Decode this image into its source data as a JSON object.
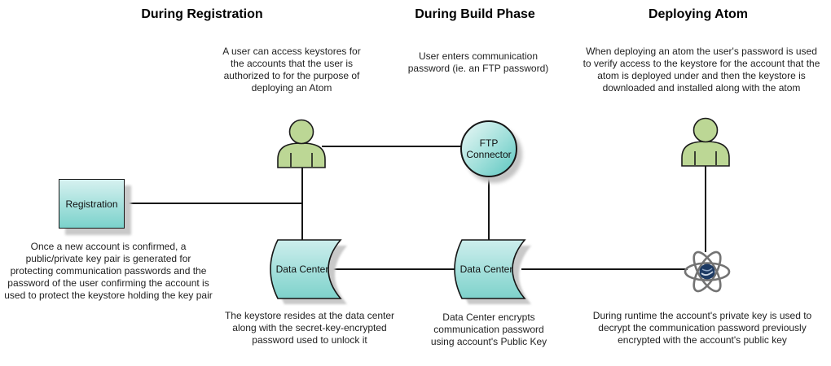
{
  "titles": {
    "registration": "During Registration",
    "build": "During Build Phase",
    "deploy": "Deploying Atom"
  },
  "notes": {
    "user_access": "A user can access keystores for\nthe accounts that the user is\nauthorized to for the purpose of\ndeploying an Atom",
    "build_password": "User enters communication\npassword (ie. an FTP password)",
    "deploy_keystore": "When deploying an atom the user's password is used\nto verify access to the keystore for the account that the\natom is deployed under and then the keystore is\ndownloaded and installed along with the atom",
    "account_confirmed": "Once a new account is confirmed, a\npublic/private key pair is generated for\nprotecting communication passwords and the\npassword of the user confirming the account is\nused to protect the keystore holding the key pair",
    "keystore_resides": "The keystore resides at the data center\nalong with the secret-key-encrypted\npassword used to unlock it",
    "dc_encrypts": "Data Center encrypts\ncommunication password\nusing account's Public Key",
    "runtime_decrypt": "During runtime the account's private key is used to\ndecrypt the communication password previously\nencrypted with the account's public key"
  },
  "nodes": {
    "registration": {
      "label": "Registration"
    },
    "ftp_connector": {
      "label": "FTP Connector"
    },
    "data_center_registration": {
      "label": "Data Center"
    },
    "data_center_build": {
      "label": "Data Center"
    },
    "user_registration": {
      "icon": "person-icon"
    },
    "user_deploy": {
      "icon": "person-icon"
    },
    "atom_runtime": {
      "icon": "atom-icon"
    }
  },
  "colors": {
    "background": "#ffffff",
    "node_fill_top": "#d6f1f0",
    "node_fill_bottom": "#7bd2cb",
    "person_fill": "#bcd795",
    "outline": "#161616",
    "shadow": "#c9c9c9",
    "atom_orbit": "#737373",
    "atom_core": "#1d3a63",
    "text": "#1f1f1f"
  }
}
